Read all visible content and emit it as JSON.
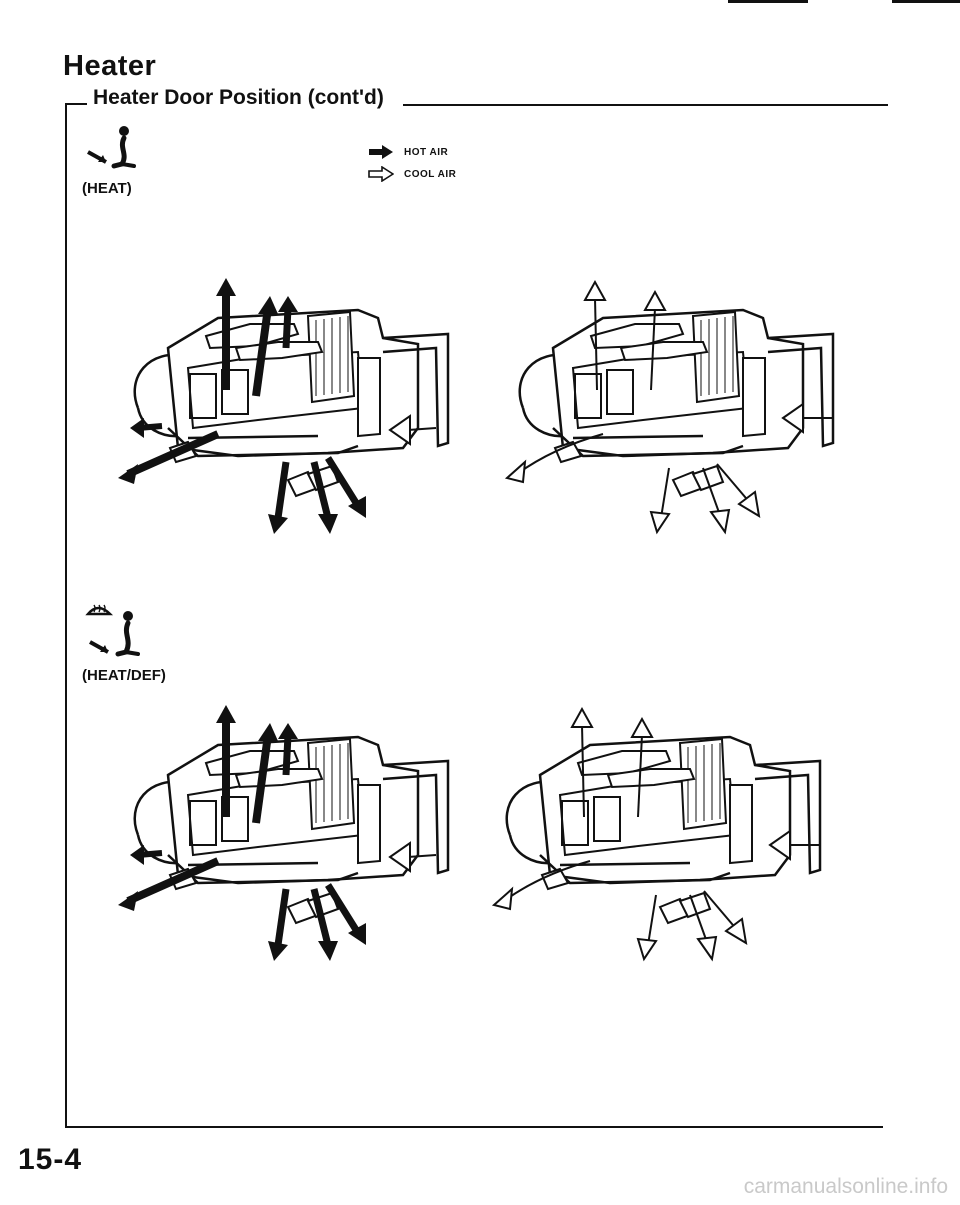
{
  "header": {
    "section_title": "Heater",
    "subsection_title": "Heater Door Position (cont'd)"
  },
  "legend": {
    "hot_air_label": "HOT AIR",
    "cool_air_label": "COOL AIR"
  },
  "modes": [
    {
      "label": "(HEAT)",
      "icon": "heat-mode-icon",
      "diagrams": [
        "heater-unit-diagram-hot-air",
        "heater-unit-diagram-cool-air"
      ]
    },
    {
      "label": "(HEAT/DEF)",
      "icon": "heat-defrost-mode-icon",
      "diagrams": [
        "heater-unit-diagram-hot-air",
        "heater-unit-diagram-cool-air"
      ]
    }
  ],
  "footer": {
    "page_number": "15-4",
    "watermark": "carmanualsonline.info"
  },
  "colors": {
    "ink": "#111111",
    "paper": "#ffffff",
    "watermark": "#c9c9c9"
  }
}
